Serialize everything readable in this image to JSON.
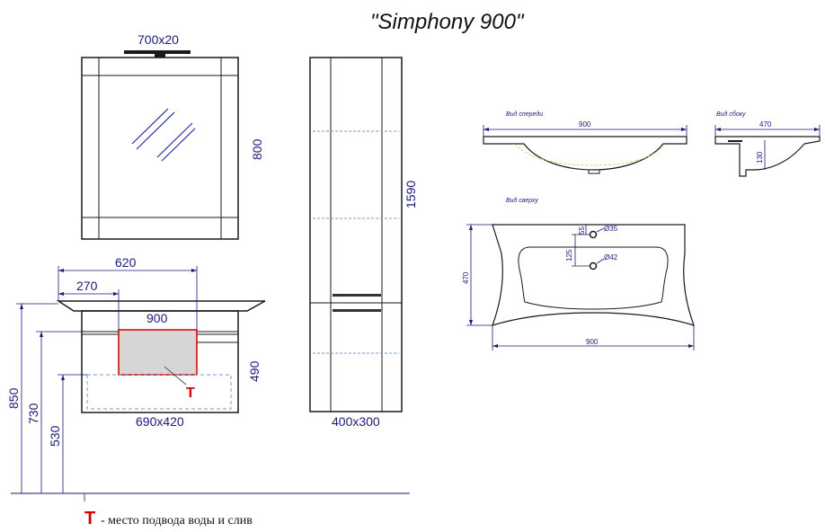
{
  "title": "\"Simphony 900\"",
  "mirror": {
    "lamp_size": "700x20",
    "height": "800"
  },
  "cabinet": {
    "width_620": "620",
    "width_270": "270",
    "top_width": "900",
    "drawer": "690x420",
    "height_490": "490",
    "height_850": "850",
    "height_730": "730",
    "height_530": "530",
    "water_marker": "T"
  },
  "column": {
    "height": "1590",
    "size": "400x300"
  },
  "sink_front": {
    "label": "Вид спереди",
    "width": "900"
  },
  "sink_side": {
    "label": "Вид сбоку",
    "depth": "470",
    "height": "130"
  },
  "sink_top": {
    "label": "Вид сверху",
    "d35": "Ø35",
    "d42": "Ø42",
    "dim55": "55",
    "dim125": "125",
    "depth": "470",
    "width": "900"
  },
  "legend": {
    "symbol": "T",
    "text": "- место подвода воды и слив"
  },
  "colors": {
    "dimension": "#1a1a7a",
    "marker": "#d40000",
    "outline": "#1a1a1a"
  }
}
